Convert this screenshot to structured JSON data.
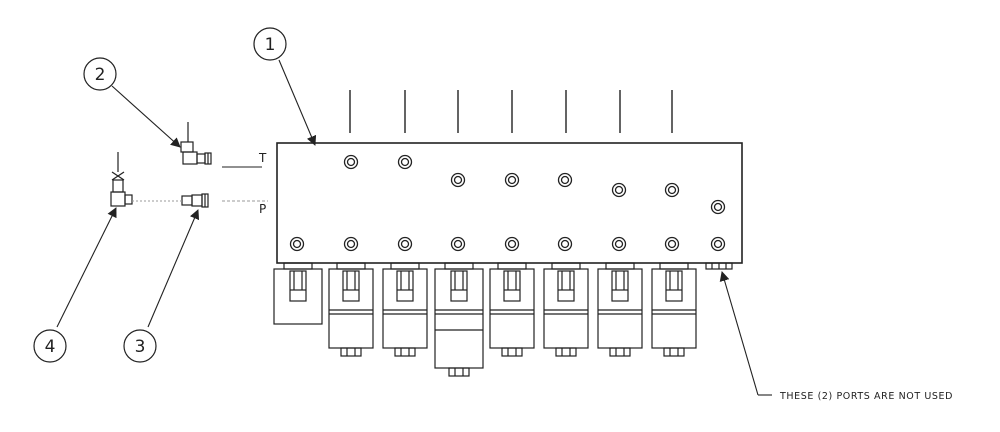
{
  "diagram": {
    "balloons": [
      {
        "id": "1",
        "label": "1"
      },
      {
        "id": "2",
        "label": "2"
      },
      {
        "id": "3",
        "label": "3"
      },
      {
        "id": "4",
        "label": "4"
      }
    ],
    "port_labels": {
      "tank": "T",
      "pressure": "P"
    },
    "note": "THESE (2) PORTS ARE NOT USED",
    "colors": {
      "line": "#222222",
      "thin_line": "#9a9a9a",
      "background": "#ffffff"
    }
  }
}
